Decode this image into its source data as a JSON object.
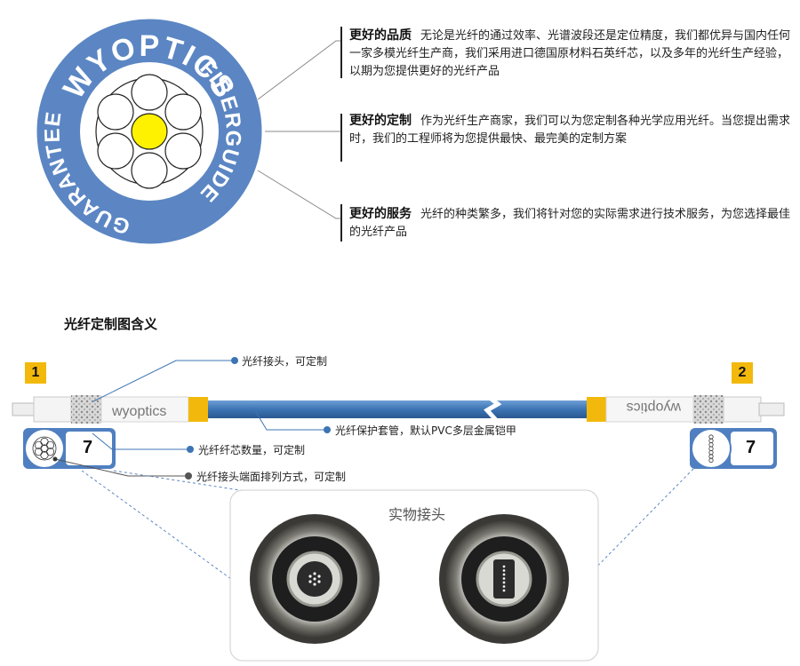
{
  "badge": {
    "top_text": "WYOPTICS",
    "right_text": "FIBERGUIDE",
    "left_text": "GUARANTEE",
    "ring_color": "#5b86c3",
    "center_core_color": "#fff200"
  },
  "features": [
    {
      "title": "更好的品质",
      "text": "无论是光纤的通过效率、光谱波段还是定位精度，我们都优异与国内任何一家多模光纤生产商，我们采用进口德国原材料石英纤芯，以及多年的光纤生产经验，以期为您提供更好的光纤产品"
    },
    {
      "title": "更好的定制",
      "text": "作为光纤生产商家，我们可以为您定制各种光学应用光纤。当您提出需求时，我们的工程师将为您提供最快、最完美的定制方案"
    },
    {
      "title": "更好的服务",
      "text": "光纤的种类繁多，我们将针对您的实际需求进行技术服务，为您选择最佳的光纤产品"
    }
  ],
  "section_title": "光纤定制图含义",
  "diagram": {
    "num1": "1",
    "num2": "2",
    "brand_left": "wyoptics",
    "brand_right": "wyoptics",
    "label_connector": "光纤接头，可定制",
    "label_jacket": "光纤保护套管，默认PVC多层金属铠甲",
    "label_core_count": "光纤纤芯数量，可定制",
    "label_arrangement": "光纤接头端面排列方式，可定制",
    "left_count": "7",
    "right_count": "7",
    "photo_title": "实物接头",
    "colors": {
      "cable": "#3d74b4",
      "accent": "#f2b90c",
      "panel": "#4f7fc0"
    }
  }
}
